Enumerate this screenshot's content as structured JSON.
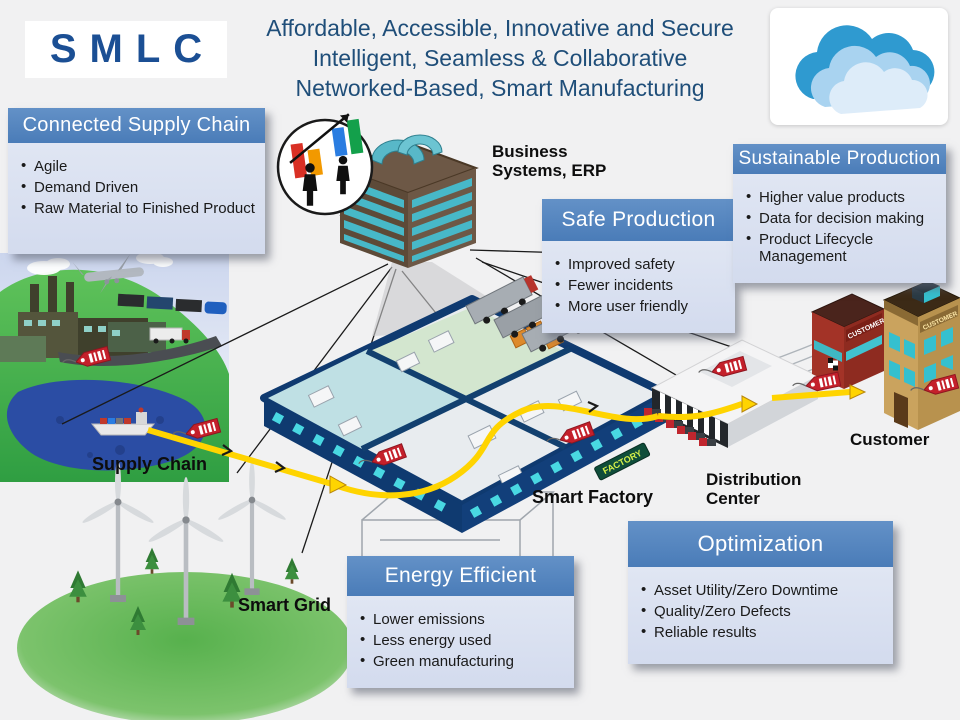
{
  "logo": {
    "text": "SMLC"
  },
  "title": {
    "line1": "Affordable, Accessible, Innovative and Secure",
    "line2": "Intelligent, Seamless & Collaborative",
    "line3": "Networked-Based, Smart Manufacturing"
  },
  "boxes": [
    {
      "id": "connected-supply-chain",
      "title": "Connected Supply Chain",
      "bullets": [
        "Agile",
        "Demand Driven",
        "Raw Material to Finished Product"
      ]
    },
    {
      "id": "safe-production",
      "title": "Safe Production",
      "bullets": [
        "Improved safety",
        "Fewer incidents",
        "More user friendly"
      ]
    },
    {
      "id": "sustainable-production",
      "title": "Sustainable Production",
      "bullets": [
        "Higher value products",
        "Data for decision making",
        "Product Lifecycle Management"
      ]
    },
    {
      "id": "energy-efficient",
      "title": "Energy Efficient",
      "bullets": [
        "Lower emissions",
        "Less energy used",
        "Green manufacturing"
      ]
    },
    {
      "id": "optimization",
      "title": "Optimization",
      "bullets": [
        "Asset Utility/Zero Downtime",
        "Quality/Zero Defects",
        "Reliable results"
      ]
    }
  ],
  "scene_labels": {
    "business_systems_line1": "Business",
    "business_systems_line2": "Systems, ERP",
    "supply_chain": "Supply Chain",
    "smart_grid": "Smart Grid",
    "smart_factory": "Smart Factory",
    "distribution_line1": "Distribution",
    "distribution_line2": "Center",
    "customer": "Customer",
    "factory_sign": "FACTORY",
    "customer_sign": "CUSTOMER"
  },
  "colors": {
    "header_blue": "#4f81bd",
    "body_blue": "#dce3f0",
    "title_blue": "#1f4e79",
    "logo_blue": "#1b4f94",
    "background": "#f1f1f2",
    "path_yellow": "#ffd400",
    "tag_red": "#c4202b",
    "factory_wall_blue": "#0f3a70"
  }
}
